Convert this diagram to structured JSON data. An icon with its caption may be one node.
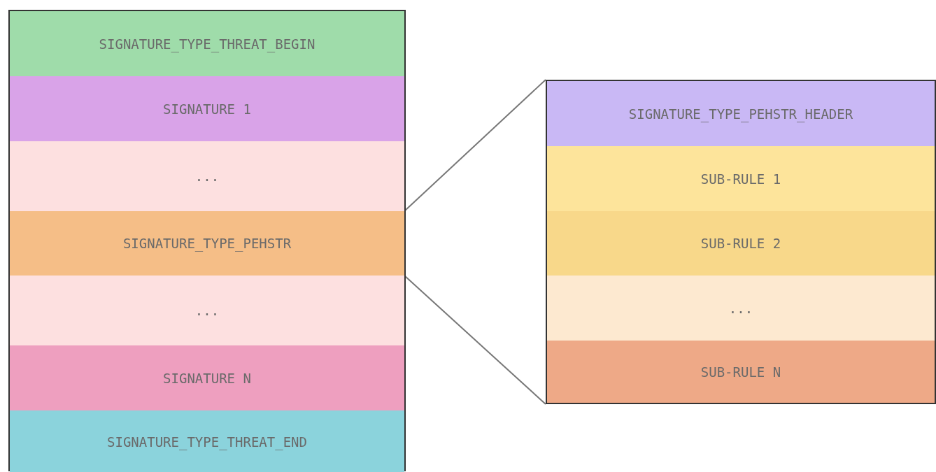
{
  "diagram": {
    "nodes": [
      {
        "text": [],
        "shape": "box"
      },
      {
        "text": [
          "SIGNATURE_TYPE_THREAT_BEGIN"
        ],
        "in": 0
      },
      {
        "text": [
          "SIGNATURE 1"
        ],
        "in": 0
      },
      {
        "text": [
          "..."
        ],
        "in": 0
      },
      {
        "text": [
          "SIGNATURE_TYPE_PEHSTR"
        ],
        "in": 0
      },
      {
        "text": [
          "..."
        ],
        "in": 0
      },
      {
        "text": [
          "SIGNATURE N"
        ],
        "in": 0
      },
      {
        "text": [
          "SIGNATURE_TYPE_THREAT_END"
        ],
        "in": 0
      },
      {
        "text": [],
        "shape": "box"
      },
      {
        "text": [
          "SIGNATURE_TYPE_PEHSTR_HEADER"
        ],
        "in": 8
      },
      {
        "text": [
          "SUB-RULE 1"
        ],
        "in": 8
      },
      {
        "text": [
          "SUB-RULE 2"
        ],
        "in": 8
      },
      {
        "text": [
          "..."
        ],
        "in": 8
      },
      {
        "text": [
          "SUB-RULE N"
        ],
        "in": 8
      }
    ],
    "edges": [
      {
        "from": 4,
        "to": 8,
        "arrow": "none"
      },
      {
        "from": 4,
        "to": 8,
        "arrow": "none"
      }
    ]
  }
}
